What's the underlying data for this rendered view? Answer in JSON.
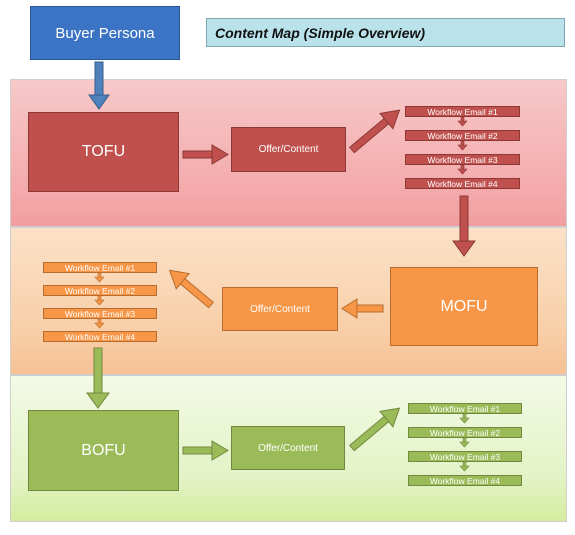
{
  "header": {
    "persona_label": "Buyer Persona",
    "title": "Content Map (Simple Overview)"
  },
  "stages": {
    "tofu": {
      "label": "TOFU",
      "offer_label": "Offer/Content",
      "emails": [
        "Workflow Email #1",
        "Workflow Email #2",
        "Workflow Email #3",
        "Workflow Email #4"
      ]
    },
    "mofu": {
      "label": "MOFU",
      "offer_label": "Offer/Content",
      "emails": [
        "Workflow Email #1",
        "Workflow Email #2",
        "Workflow Email #3",
        "Workflow Email #4"
      ]
    },
    "bofu": {
      "label": "BOFU",
      "offer_label": "Offer/Content",
      "emails": [
        "Workflow Email #1",
        "Workflow Email #2",
        "Workflow Email #3",
        "Workflow Email #4"
      ]
    }
  },
  "colors": {
    "persona": "#3b74c4",
    "title_box": "#b9e2ea",
    "tofu": "#c0504d",
    "mofu": "#f79646",
    "bofu": "#9bbb59",
    "tofu_band": "#f4aaab",
    "mofu_band": "#f8cfa8",
    "bofu_band": "#e3f3c6"
  }
}
